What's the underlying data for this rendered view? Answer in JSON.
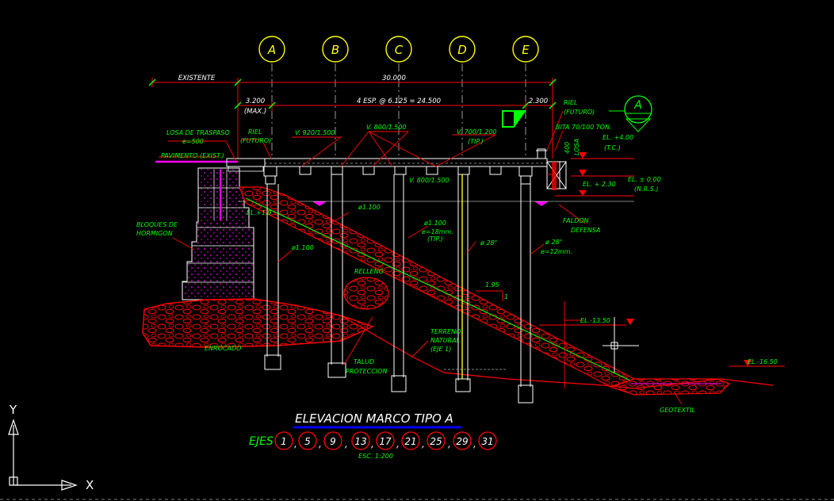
{
  "axes": [
    "A",
    "B",
    "C",
    "D",
    "E"
  ],
  "detail_mark": "A",
  "dimensions": {
    "existente": "EXISTENTE",
    "total": "30.000",
    "left_span": "3.200",
    "left_span_note": "(MAX.)",
    "spacing": "4 ESP. @ 6.125 = 24.500",
    "right_span": "2.300"
  },
  "labels": {
    "losa_traspaso": "LOSA DE TRASPASO",
    "losa_traspaso_e": "e=500",
    "pavimento": "PAVIMENTO (EXIST.)",
    "riel_left": "RIEL",
    "futuro_left": "(FUTURO)",
    "viga1": "V. 920/1.500",
    "viga2": "V. 800/1.500",
    "viga3": "V. 700/1.200",
    "viga3_tip": "(TIP.)",
    "viga4": "V. 800/1.500",
    "riel_right": "RIEL",
    "futuro_right": "(FUTURO)",
    "bita": "BITA 70/100 TON.",
    "el_400": "EL. +4.00",
    "tc": "(T.C.)",
    "losa_400": "400",
    "losa": "LOSA",
    "el_000": "EL. ± 0.00",
    "nrs": "(N.R.S.)",
    "el_230": "EL. + 2.30",
    "el_10": "EL.+1.0",
    "bloques1": "BLOQUES DE",
    "bloques2": "HORMIGON",
    "pile_1100_a": "ø1.100",
    "pile_1100_b": "ø1.100",
    "pile_1100_c": "ø1.100",
    "pile_c_e": "e=18mm.",
    "pile_c_tip": "(TIP.)",
    "pile_28_a": "ø 28\"",
    "pile_28_b": "ø 28\"",
    "pile_28_e": "e=12mm.",
    "faldon": "FALDON",
    "defensa": "DEFENSA",
    "relleno": "RELLENO",
    "slope_195": "1.95",
    "slope_1": "1",
    "enrocado": "ENROCADO",
    "talud1": "TALUD",
    "talud2": "PROTECCION",
    "terreno1": "TERRENO",
    "terreno2": "NATURAL",
    "terreno3": "(EJE 1)",
    "el_1350": "EL.-13.50",
    "el_1650": "EL.-16.50",
    "geotextil": "GEOTEXTIL"
  },
  "title": {
    "main": "ELEVACION MARCO TIPO A",
    "ejes_label": "EJES",
    "ejes": [
      "1",
      "5",
      "9",
      "13",
      "17",
      "21",
      "25",
      "29",
      "31"
    ],
    "scale": "ESC. 1:200"
  },
  "ucs": {
    "x": "X",
    "y": "Y"
  },
  "colors": {
    "background": "#000000",
    "text_green": "#00ff00",
    "text_white": "#ffffff",
    "red": "#ff0000",
    "yellow": "#ffff00",
    "magenta": "#ff00ff",
    "blue": "#0000ff"
  }
}
